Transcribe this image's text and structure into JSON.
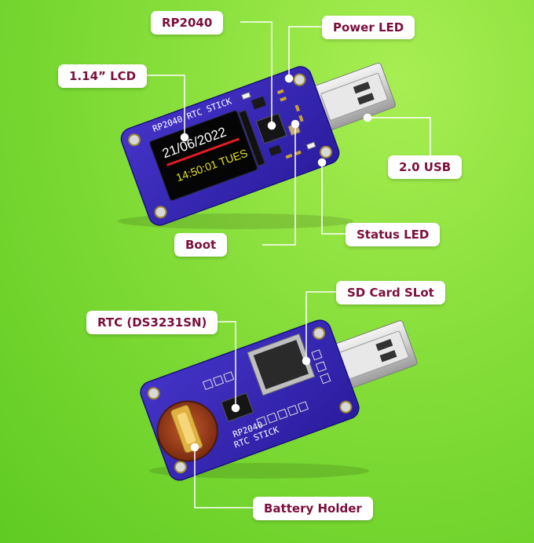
{
  "labels": {
    "rp2040": "RP2040",
    "power_led": "Power LED",
    "lcd": "1.14” LCD",
    "usb": "2.0 USB",
    "boot": "Boot",
    "status_led": "Status LED",
    "sd_card": "SD Card SLot",
    "rtc": "RTC (DS3231SN)",
    "battery_holder": "Battery Holder"
  },
  "board_top": {
    "silkscreen": "RP2040  RTC  STICK",
    "lcd_date": "21/06/2022",
    "lcd_time": "14:50:01 TUES"
  },
  "board_bottom": {
    "silkscreen_line1": "RP2040",
    "silkscreen_line2": "RTC STICK"
  },
  "colors": {
    "pcb": "#3424b8",
    "label_text": "#7a0e3c",
    "lcd_time": "#e7e51c",
    "lcd_underline": "#e21c24"
  }
}
